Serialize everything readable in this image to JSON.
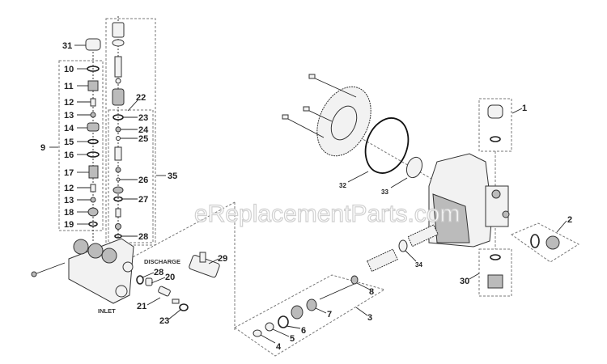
{
  "diagram": {
    "watermark": "eReplacementParts.com",
    "captions": {
      "discharge": "DISCHARGE",
      "inlet": "INLET"
    },
    "callouts": {
      "c31": "31",
      "c10": "10",
      "c11": "11",
      "c12a": "12",
      "c13a": "13",
      "c14": "14",
      "c15": "15",
      "c16": "16",
      "c17": "17",
      "c12b": "12",
      "c13b": "13",
      "c18": "18",
      "c19": "19",
      "c9": "9",
      "c22": "22",
      "c23a": "23",
      "c24": "24",
      "c25": "25",
      "c26": "26",
      "c27": "27",
      "c28a": "28",
      "c35": "35",
      "c28b": "28",
      "c20": "20",
      "c21": "21",
      "c23b": "23",
      "c29": "29",
      "c4": "4",
      "c5": "5",
      "c6": "6",
      "c7": "7",
      "c8": "8",
      "c3": "3",
      "c34": "34",
      "c33": "33",
      "c32": "32",
      "c1": "1",
      "c2": "2",
      "c30": "30"
    }
  }
}
